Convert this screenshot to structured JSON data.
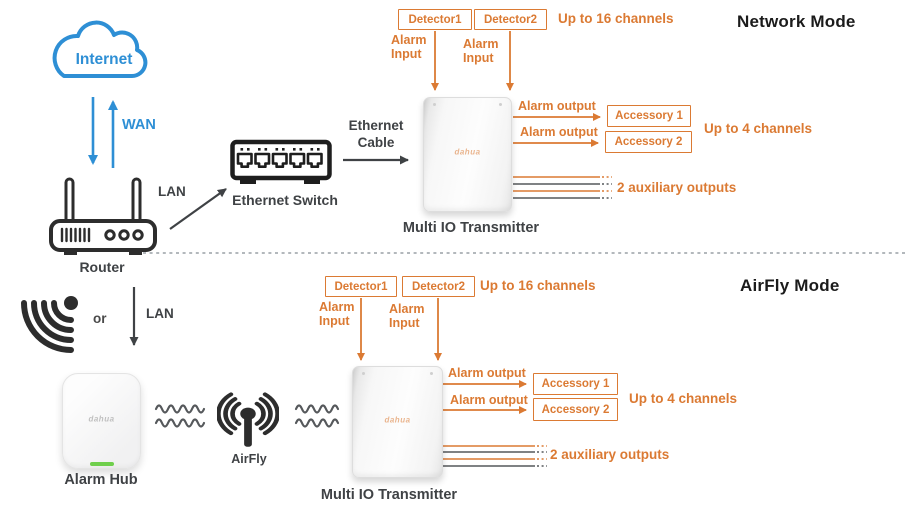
{
  "diagram": {
    "brand_logo": "dahua",
    "colors": {
      "orange": "#DB7A33",
      "blue": "#2E8FD5",
      "ink": "#3F4245",
      "wire_dark": "#55585B",
      "divider_gray": "#9AA0A6",
      "hub_led_green": "#6FCF4C"
    },
    "network_mode": {
      "title": "Network Mode",
      "internet": "Internet",
      "wan": "WAN",
      "lan": "LAN",
      "router": "Router",
      "ethernet_switch": "Ethernet Switch",
      "ethernet_cable": "Ethernet Cable",
      "detector1": "Detector1",
      "detector2": "Detector2",
      "up_to_16": "Up to 16 channels",
      "alarm_input": "Alarm Input",
      "alarm_output": "Alarm output",
      "accessory1": "Accessory 1",
      "accessory2": "Accessory 2",
      "up_to_4": "Up to 4 channels",
      "aux_outputs": "2 auxiliary outputs",
      "transmitter": "Multi IO Transmitter"
    },
    "airfly_mode": {
      "title": "AirFly Mode",
      "or": "or",
      "lan": "LAN",
      "alarm_hub": "Alarm Hub",
      "airfly": "AirFly",
      "detector1": "Detector1",
      "detector2": "Detector2",
      "up_to_16": "Up to 16 channels",
      "alarm_input": "Alarm Input",
      "alarm_output": "Alarm output",
      "accessory1": "Accessory 1",
      "accessory2": "Accessory 2",
      "up_to_4": "Up to 4 channels",
      "aux_outputs": "2 auxiliary outputs",
      "transmitter": "Multi IO Transmitter"
    }
  }
}
